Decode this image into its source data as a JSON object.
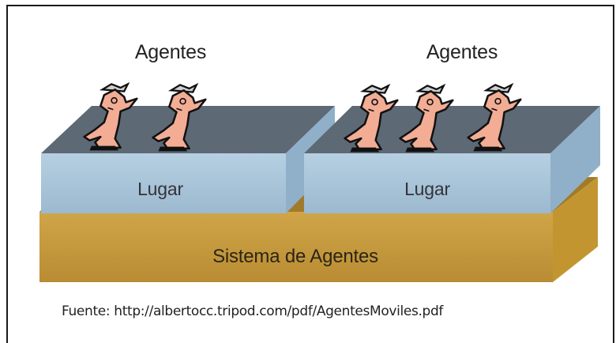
{
  "diagram": {
    "agent_group_labels": [
      "Agentes",
      "Agentes"
    ],
    "place_labels": [
      "Lugar",
      "Lugar"
    ],
    "base_label": "Sistema de Agentes",
    "source_caption": "Fuente: http://albertocc.tripod.com/pdf/AgentesMoviles.pdf",
    "agent_counts": [
      2,
      3
    ],
    "colors": {
      "base_front": "#c89a3d",
      "base_top": "#a47c28",
      "place_front": "#a9c5da",
      "place_top": "#5f6c78",
      "agent_fill": "#f2ad94",
      "agent_outline": "#111111"
    }
  }
}
